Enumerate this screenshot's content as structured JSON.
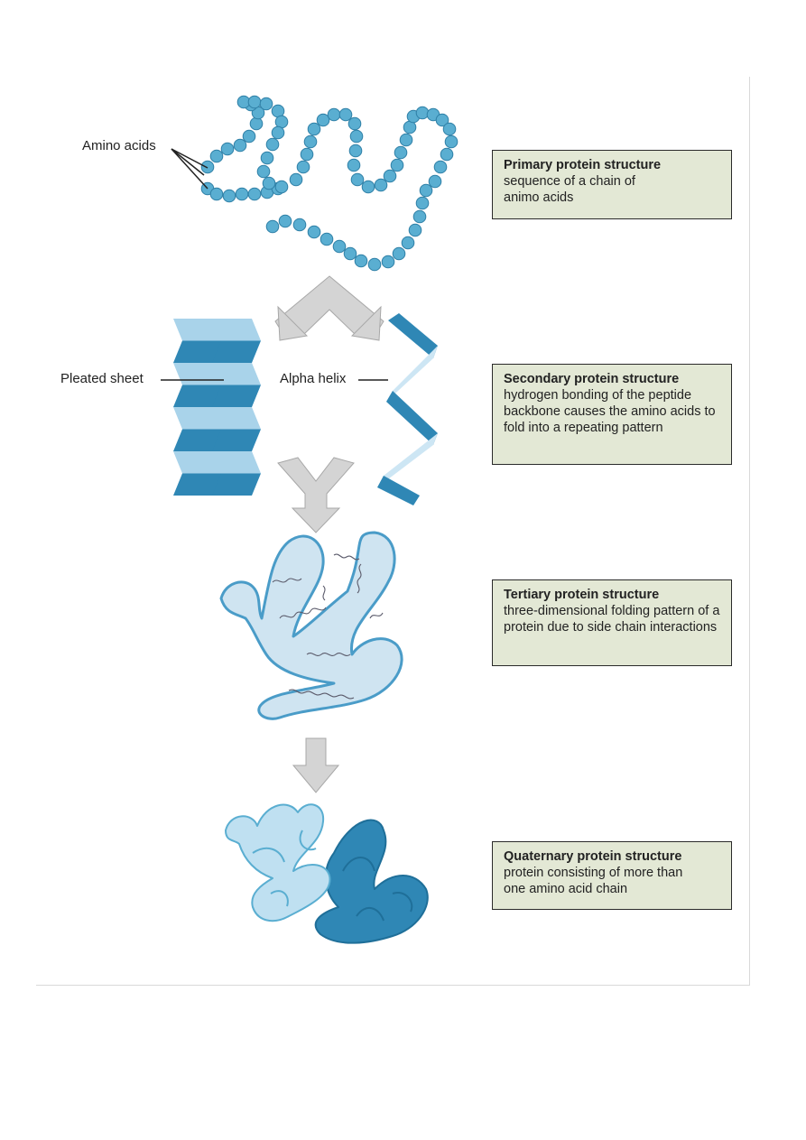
{
  "labels": {
    "amino_acids": "Amino acids",
    "pleated_sheet": "Pleated sheet",
    "alpha_helix": "Alpha helix"
  },
  "boxes": [
    {
      "title": "Primary protein structure",
      "desc": "sequence of a chain of animo acids"
    },
    {
      "title": "Secondary protein structure",
      "desc": "hydrogen bonding of the peptide backbone causes the amino acids to fold into a repeating pattern"
    },
    {
      "title": "Tertiary protein structure",
      "desc": "three-dimensional folding pattern of a protein due to side chain interactions"
    },
    {
      "title": "Quaternary protein structure",
      "desc": "protein consisting of more than one amino acid chain"
    }
  ],
  "colors": {
    "bead": "#5aaed1",
    "bead_stroke": "#2e7fa6",
    "dark_blue": "#2f87b5",
    "light_blue": "#a9d3ea",
    "pale_blue": "#cde6f4",
    "arrow": "#d4d4d4",
    "box_bg": "#e3e8d5"
  }
}
